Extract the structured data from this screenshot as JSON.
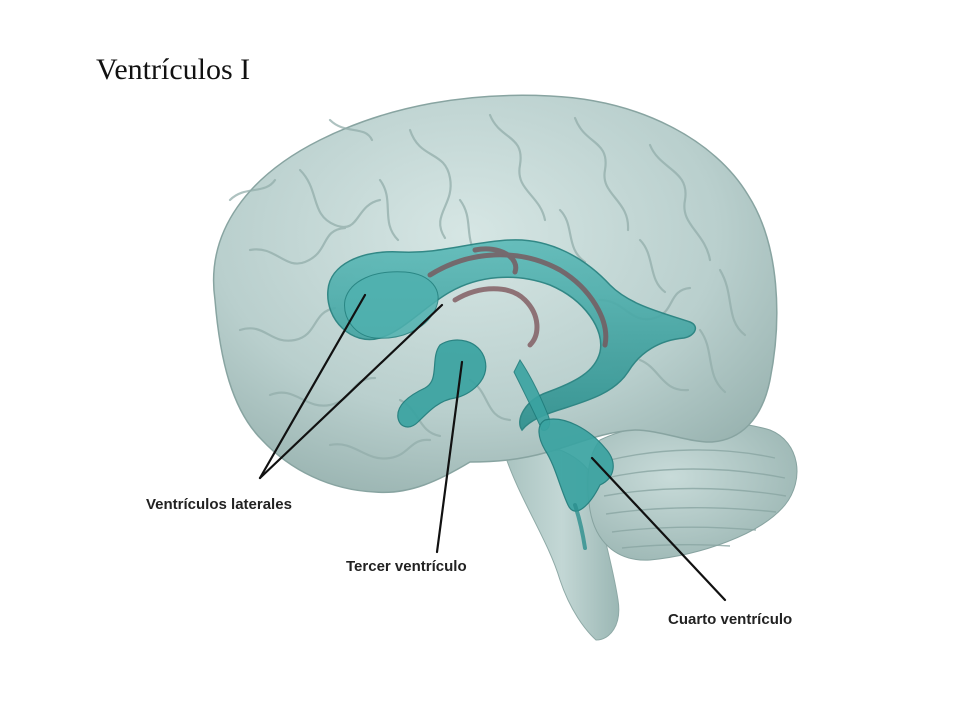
{
  "slide": {
    "title": "Ventrículos I"
  },
  "labels": {
    "lateral": "Ventrículos laterales",
    "third": "Tercer ventrículo",
    "fourth": "Cuarto ventrículo"
  },
  "colors": {
    "background": "#ffffff",
    "brain": "#b9cfcd",
    "brain_shadow": "#8fa9a6",
    "ventricles": "#3aa3a1",
    "ventricle_dark": "#1f7c7b",
    "vessel": "#7a4f55",
    "leader_line": "#111111",
    "text": "#222222"
  }
}
